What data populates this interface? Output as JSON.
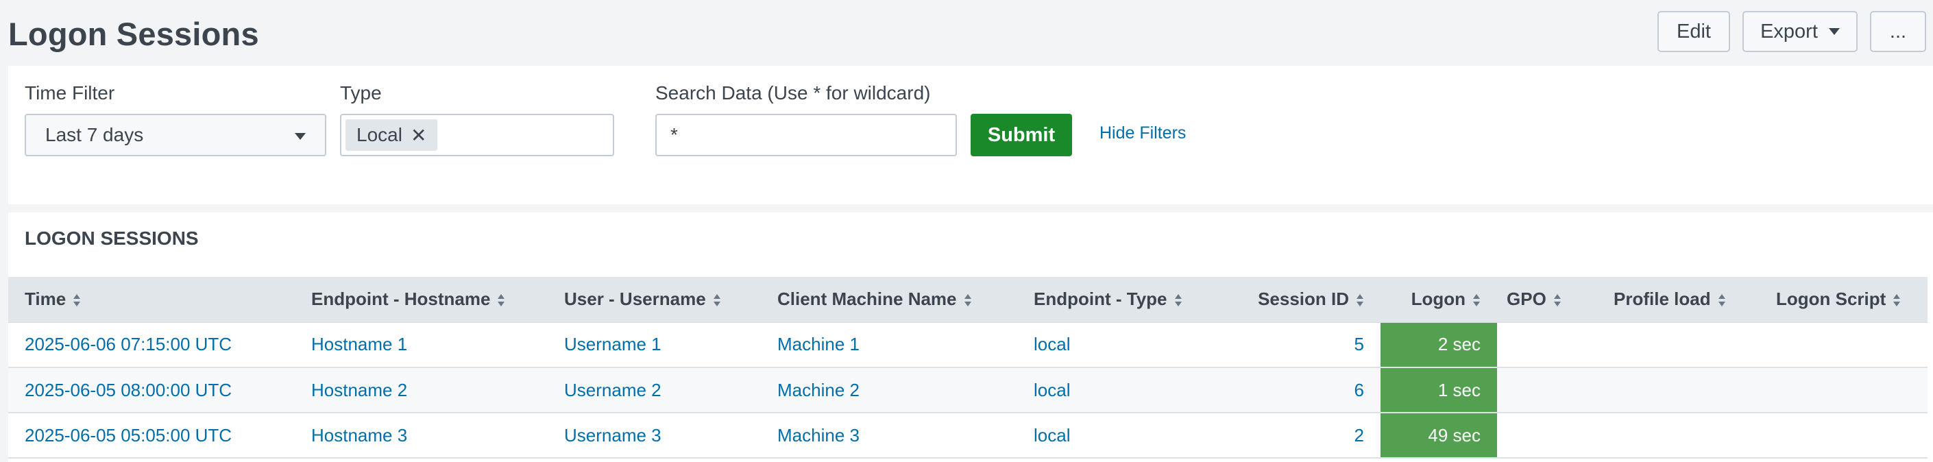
{
  "header": {
    "title": "Logon Sessions",
    "edit_label": "Edit",
    "export_label": "Export",
    "more_label": "..."
  },
  "filters": {
    "time_filter": {
      "label": "Time Filter",
      "value": "Last 7 days"
    },
    "type": {
      "label": "Type",
      "tags": [
        "Local"
      ]
    },
    "search": {
      "label": "Search Data (Use * for wildcard)",
      "value": "*"
    },
    "submit_label": "Submit",
    "hide_filters_label": "Hide Filters"
  },
  "table": {
    "section_title": "LOGON SESSIONS",
    "columns": [
      "Time",
      "Endpoint - Hostname",
      "User - Username",
      "Client Machine Name",
      "Endpoint - Type",
      "Session ID",
      "Logon",
      "GPO",
      "Profile load",
      "Logon Script"
    ],
    "rows": [
      [
        "2025-06-06 07:15:00 UTC",
        "Hostname 1",
        "Username 1",
        "Machine 1",
        "local",
        "5",
        "2 sec",
        "",
        "",
        ""
      ],
      [
        "2025-06-05 08:00:00 UTC",
        "Hostname 2",
        "Username 2",
        "Machine 2",
        "local",
        "6",
        "1 sec",
        "",
        "",
        ""
      ],
      [
        "2025-06-05 05:05:00 UTC",
        "Hostname 3",
        "Username 3",
        "Machine 3",
        "local",
        "2",
        "49 sec",
        "",
        "",
        ""
      ]
    ]
  },
  "colors": {
    "link": "#006eaa",
    "logon_cell": "#53a051",
    "submit": "#1a8929",
    "header_bg": "#e1e6eb"
  },
  "icons": [
    "sort-icon",
    "caret-down-icon",
    "remove-tag-icon"
  ]
}
